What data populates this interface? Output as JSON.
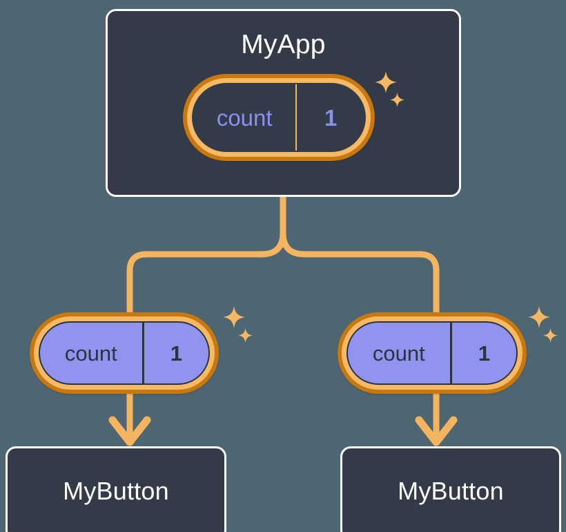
{
  "diagram": {
    "title_text": "MyApp",
    "colors": {
      "page_background": "#4d6671",
      "card_background": "#333b49",
      "card_border": "#ffffff",
      "connector_orange": "#f5b45f",
      "ring_outer_orange": "#c9770f",
      "ring_inner_orange": "#f6b964",
      "state_fill_periwinkle": "#9094ee",
      "state_text_periwinkle": "#8b8fee",
      "text_white": "#ffffff",
      "text_dark": "#2b3341"
    }
  },
  "root": {
    "label": "MyApp",
    "state": {
      "key": "count",
      "value": "1"
    },
    "sparkles": {
      "large": "sparkle-icon",
      "small": "sparkle-icon"
    }
  },
  "children": [
    {
      "state": {
        "key": "count",
        "value": "1"
      },
      "sparkles": {
        "large": "sparkle-icon",
        "small": "sparkle-icon"
      },
      "component": {
        "label": "MyButton"
      },
      "arrow": "arrow-down-icon"
    },
    {
      "state": {
        "key": "count",
        "value": "1"
      },
      "sparkles": {
        "large": "sparkle-icon",
        "small": "sparkle-icon"
      },
      "component": {
        "label": "MyButton"
      },
      "arrow": "arrow-down-icon"
    }
  ]
}
